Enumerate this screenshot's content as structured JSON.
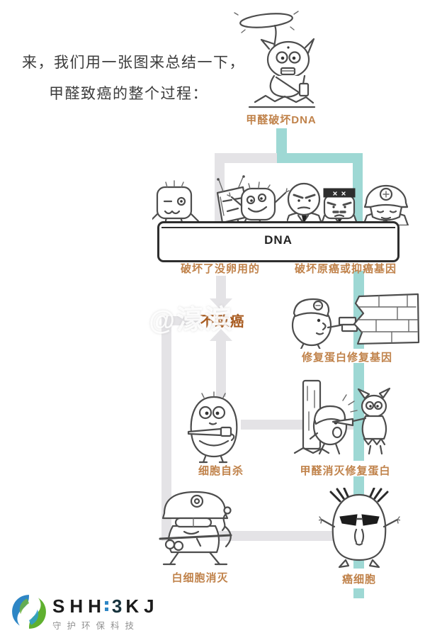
{
  "colors": {
    "flow_teal": "#9ed8d4",
    "flow_gray": "#e4e3e6",
    "label_orange": "#c0824a",
    "no_cancer_orange": "#a85a1e",
    "ink": "#3c3c3c",
    "logo_blue": "#2e86c5",
    "logo_green": "#5fb02f"
  },
  "intro": {
    "line1": "来，我们用一张图来总结一下，",
    "line2": "甲醛致癌的整个过程："
  },
  "flow": {
    "start_label": "甲醛破坏DNA",
    "dna_label": "DNA",
    "branch_left_label": "破坏了没卵用的",
    "branch_right_label": "破坏原癌或抑癌基因",
    "no_cancer_label": "不致癌",
    "repair_label": "修复蛋白修复基因",
    "suicide_label": "细胞自杀",
    "kill_repair_label": "甲醛消灭修复蛋白",
    "wbc_label": "白细胞消灭",
    "cancer_label": "癌细胞"
  },
  "watermark": {
    "text": "@濠滨"
  },
  "logo": {
    "part1": "SHH",
    "part2": "3",
    "part3": "KJ",
    "subtitle": "守护环保科技"
  }
}
